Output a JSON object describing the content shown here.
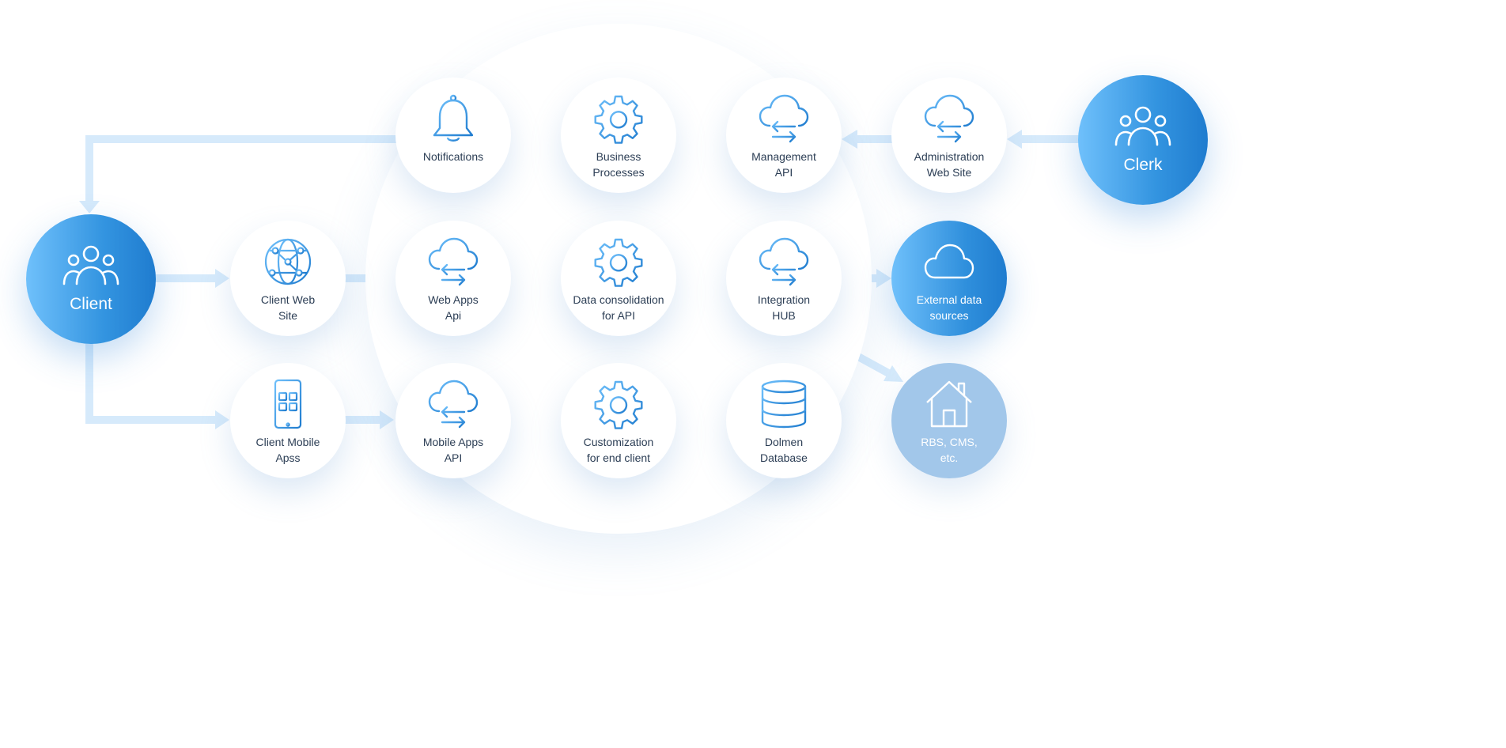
{
  "diagram": {
    "actors": {
      "client": {
        "label": "Client",
        "icon": "users-icon"
      },
      "clerk": {
        "label": "Clerk",
        "icon": "users-icon"
      }
    },
    "nodes": {
      "client_web_site": {
        "label": "Client Web\nSite",
        "icon": "globe-network-icon"
      },
      "client_mobile_apps": {
        "label": "Client Mobile\nApss",
        "icon": "smartphone-icon"
      },
      "notifications": {
        "label": "Notifications",
        "icon": "bell-icon"
      },
      "business_processes": {
        "label": "Business\nProcesses",
        "icon": "gear-icon"
      },
      "management_api": {
        "label": "Management\nAPI",
        "icon": "cloud-sync-icon"
      },
      "administration_web_site": {
        "label": "Administration\nWeb Site",
        "icon": "cloud-sync-icon"
      },
      "web_apps_api": {
        "label": "Web Apps\nApi",
        "icon": "cloud-sync-icon"
      },
      "data_consolidation": {
        "label": "Data consolidation\nfor API",
        "icon": "gear-icon"
      },
      "integration_hub": {
        "label": "Integration\nHUB",
        "icon": "cloud-sync-icon"
      },
      "external_data_sources": {
        "label": "External data\nsources",
        "icon": "cloud-icon"
      },
      "mobile_apps_api": {
        "label": "Mobile Apps\nAPI",
        "icon": "cloud-sync-icon"
      },
      "customization": {
        "label": "Customization\nfor end client",
        "icon": "gear-icon"
      },
      "dolmen_database": {
        "label": "Dolmen\nDatabase",
        "icon": "database-icon"
      },
      "rbs_cms": {
        "label": "RBS, CMS,\netc.",
        "icon": "house-icon"
      }
    },
    "colors": {
      "accent_light": "#6fc0fb",
      "accent_dark": "#1f7ccf",
      "connector": "#d6eafb",
      "muted_node": "#a2c7ea",
      "label_text": "#2c3e55"
    }
  }
}
